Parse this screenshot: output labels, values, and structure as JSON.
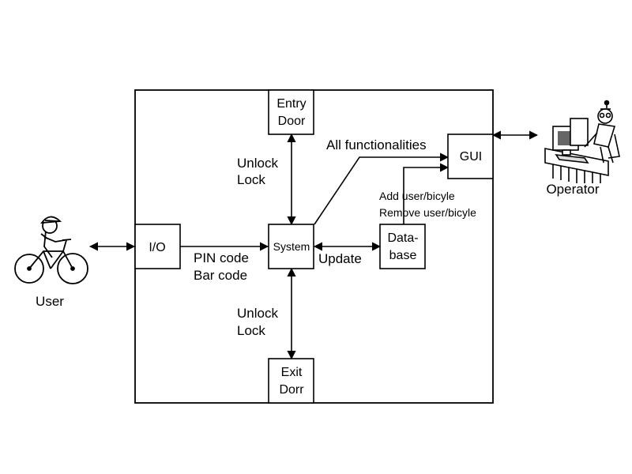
{
  "boxes": {
    "entry_door": [
      "Entry",
      "Door"
    ],
    "exit_door": [
      "Exit",
      "Dorr"
    ],
    "io": "I/O",
    "system": "System",
    "database": [
      "Data-",
      "base"
    ],
    "gui": "GUI"
  },
  "edges": {
    "entry_unlock": [
      "Unlock",
      "Lock"
    ],
    "exit_unlock": [
      "Unlock",
      "Lock"
    ],
    "io_codes": [
      "PIN code",
      "Bar code"
    ],
    "update": "Update",
    "all_functionalities": "All functionalities",
    "db_ops": [
      "Add user/bicyle",
      "Remove user/bicyle"
    ]
  },
  "actors": {
    "user": "User",
    "operator": "Operator"
  }
}
